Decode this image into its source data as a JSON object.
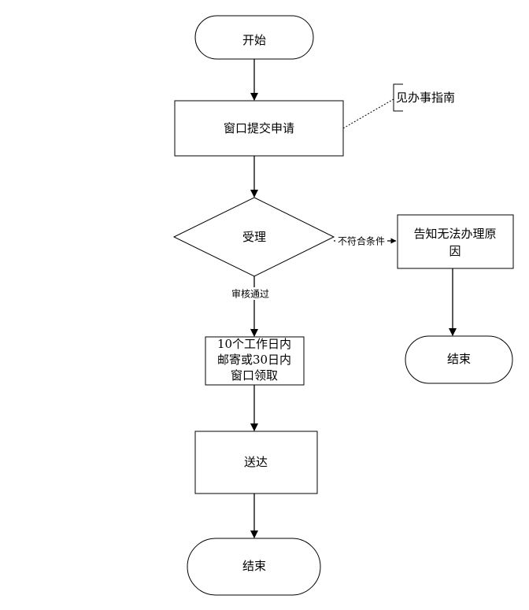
{
  "nodes": {
    "start": "开始",
    "submit": "窗口提交申请",
    "guide_note": "见办事指南",
    "accept": "受理",
    "notify": [
      "告知无法办理原",
      "因"
    ],
    "end_right": "结束",
    "mail": [
      "10个工作日内",
      "邮寄或30日内",
      "窗口领取"
    ],
    "deliver": "送达",
    "end_bottom": "结束"
  },
  "edges": {
    "not_qualified": "不符合条件",
    "approved": "审核通过"
  }
}
